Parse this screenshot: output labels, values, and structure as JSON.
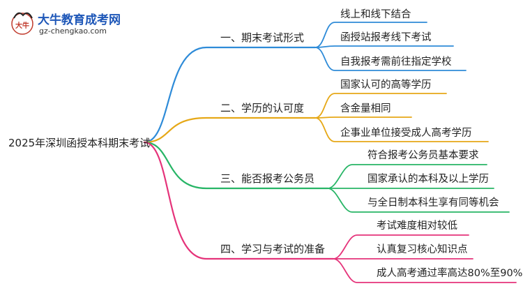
{
  "logo": {
    "name": "大牛教育成考网",
    "url": "gz-chengkao.com",
    "mark": "大牛"
  },
  "root": {
    "label": "2025年深圳函授本科期末考试"
  },
  "branches": [
    {
      "label": "一、期末考试形式",
      "color": "#2e8bd8",
      "leaves": [
        "线上和线下结合",
        "函授站报考线下考试",
        "自我报考需前往指定学校"
      ]
    },
    {
      "label": "二、学历的认可度",
      "color": "#e6a817",
      "leaves": [
        "国家认可的高等学历",
        "含金量相同",
        "企事业单位接受成人高考学历"
      ]
    },
    {
      "label": "三、能否报考公务员",
      "color": "#27b566",
      "leaves": [
        "符合报考公务员基本要求",
        "国家承认的本科及以上学历",
        "与全日制本科生享有同等机会"
      ]
    },
    {
      "label": "四、学习与考试的准备",
      "color": "#e5337a",
      "leaves": [
        "考试难度相对较低",
        "认真复习核心知识点",
        "成人高考通过率高达80%至90%"
      ]
    }
  ]
}
